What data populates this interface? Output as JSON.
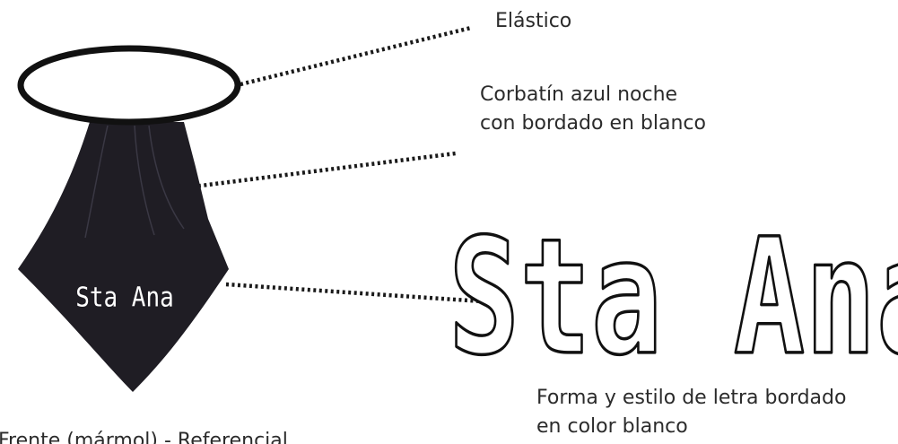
{
  "labels": {
    "elastico": "Elástico",
    "corbatin_line1": "Corbatín azul noche",
    "corbatin_line2": "con bordado en blanco",
    "forma_line1": "Forma y estilo de letra bordado",
    "forma_line2": "en color blanco",
    "footer": "Frente (mármol) - Referencial"
  },
  "logo": {
    "small_text": "Sta Ana",
    "large_text": "Sta Ana"
  },
  "colors": {
    "tie": "#1f1d24",
    "elastic_ring": "#111111",
    "embroidery": "#ffffff",
    "leader": "#1a1a1a",
    "text": "#2b2b2b"
  }
}
